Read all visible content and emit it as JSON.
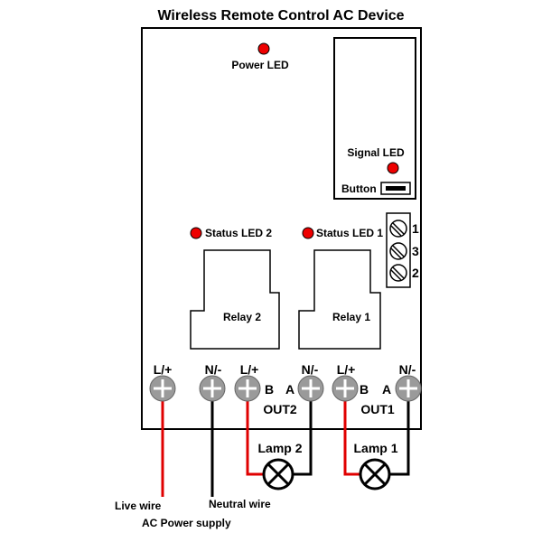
{
  "title": "Wireless Remote Control AC Device",
  "labels": {
    "power_led": "Power LED",
    "signal_led": "Signal LED",
    "button": "Button",
    "status_led_2": "Status LED 2",
    "status_led_1": "Status LED 1",
    "relay_2": "Relay 2",
    "relay_1": "Relay 1",
    "term_1": "1",
    "term_3": "3",
    "term_2": "2",
    "l_plus_main": "L/+",
    "n_minus_main": "N/-",
    "l_plus_out2": "L/+",
    "n_minus_out2": "N/-",
    "l_plus_out1": "L/+",
    "n_minus_out1": "N/-",
    "b_out2": "B",
    "a_out2": "A",
    "b_out1": "B",
    "a_out1": "A",
    "out2": "OUT2",
    "out1": "OUT1",
    "lamp_2": "Lamp 2",
    "lamp_1": "Lamp 1",
    "live_wire": "Live wire",
    "neutral_wire": "Neutral wire",
    "ac_power_supply": "AC Power supply"
  },
  "colors": {
    "led": "#ee0000",
    "live": "#e00000",
    "neutral": "#000000",
    "terminal": "#9a9a9a"
  }
}
